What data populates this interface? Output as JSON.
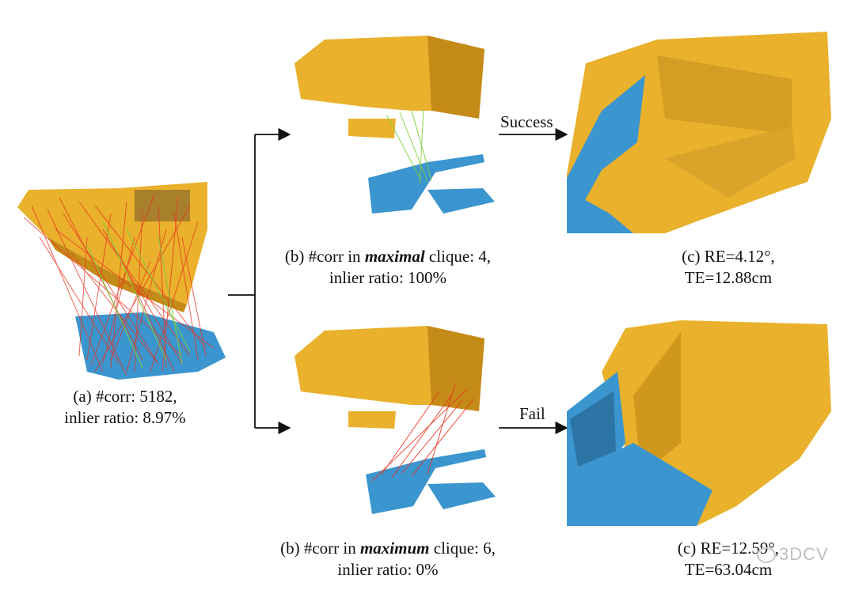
{
  "panel_a": {
    "line1": "(a) #corr: 5182,",
    "line2": "inlier ratio: 8.97%"
  },
  "top": {
    "b_prefix": "(b) #corr in ",
    "b_emph": "maximal",
    "b_suffix": " clique: 4,",
    "b_line2": "inlier ratio: 100%",
    "arrow_label": "Success",
    "c_line1": "(c) RE=4.12°,",
    "c_line2": "TE=12.88cm"
  },
  "bottom": {
    "b_prefix": "(b) #corr in ",
    "b_emph": "maximum",
    "b_suffix": " clique: 6,",
    "b_line2": "inlier ratio: 0%",
    "arrow_label": "Fail",
    "c_line1": "(c) RE=12.59°,",
    "c_line2": "TE=63.04cm"
  },
  "watermark": "3DCV",
  "colors": {
    "gold": "#e9b12c",
    "blue": "#3b95cf",
    "red": "#e8321e",
    "green": "#7fcf3c"
  }
}
